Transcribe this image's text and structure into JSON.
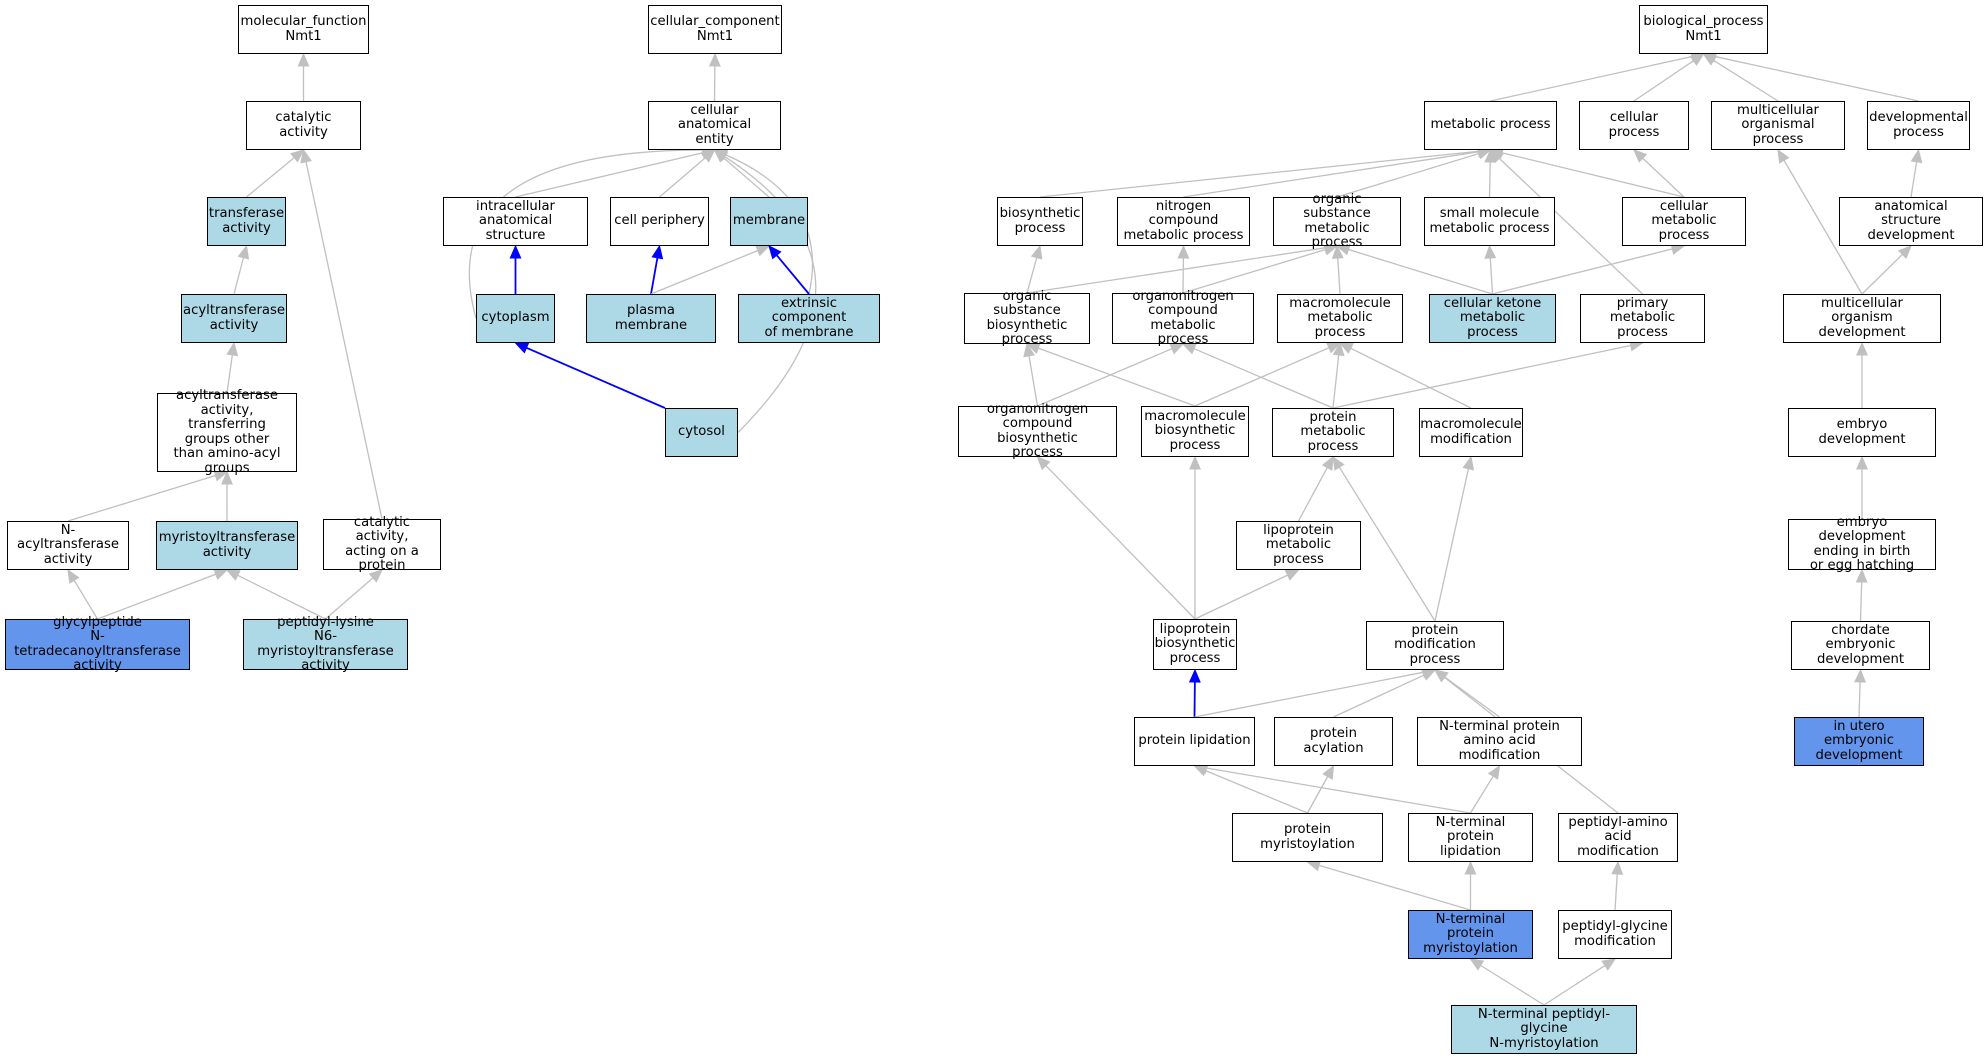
{
  "colors": {
    "white": "#ffffff",
    "light": "#add8e6",
    "dark": "#6495ed",
    "edge_gray": "#c0c0c0",
    "edge_blue": "#0000ff"
  },
  "nodes": {
    "mf_root": {
      "label": "molecular_function\nNmt1",
      "fill": "white"
    },
    "catalytic": {
      "label": "catalytic activity",
      "fill": "white"
    },
    "transferase": {
      "label": "transferase\nactivity",
      "fill": "light"
    },
    "acyltransferase": {
      "label": "acyltransferase\nactivity",
      "fill": "light"
    },
    "acyl_other": {
      "label": "acyltransferase\nactivity, transferring\ngroups other\nthan amino-acyl\ngroups",
      "fill": "white"
    },
    "n_acyl": {
      "label": "N-acyltransferase\nactivity",
      "fill": "white"
    },
    "myristoyl": {
      "label": "myristoyltransferase\nactivity",
      "fill": "light"
    },
    "cat_protein": {
      "label": "catalytic activity,\nacting on a\nprotein",
      "fill": "white"
    },
    "glycylpeptide": {
      "label": "glycylpeptide\nN-tetradecanoyltransferase\nactivity",
      "fill": "dark"
    },
    "peptidyl_lysine": {
      "label": "peptidyl-lysine\nN6-myristoyltransferase\nactivity",
      "fill": "light"
    },
    "cc_root": {
      "label": "cellular_component\nNmt1",
      "fill": "white"
    },
    "anat_entity": {
      "label": "cellular anatomical\nentity",
      "fill": "white"
    },
    "intracellular": {
      "label": "intracellular\nanatomical structure",
      "fill": "white"
    },
    "cell_periphery": {
      "label": "cell periphery",
      "fill": "white"
    },
    "membrane": {
      "label": "membrane",
      "fill": "light"
    },
    "cytoplasm": {
      "label": "cytoplasm",
      "fill": "light"
    },
    "plasma_membrane": {
      "label": "plasma membrane",
      "fill": "light"
    },
    "extrinsic": {
      "label": "extrinsic component\nof membrane",
      "fill": "light"
    },
    "cytosol": {
      "label": "cytosol",
      "fill": "light"
    },
    "bp_root": {
      "label": "biological_process\nNmt1",
      "fill": "white"
    },
    "metabolic": {
      "label": "metabolic process",
      "fill": "white"
    },
    "cellular_proc": {
      "label": "cellular process",
      "fill": "white"
    },
    "multicellular_org": {
      "label": "multicellular\norganismal process",
      "fill": "white"
    },
    "developmental": {
      "label": "developmental\nprocess",
      "fill": "white"
    },
    "biosynthetic": {
      "label": "biosynthetic\nprocess",
      "fill": "white"
    },
    "nitrogen_comp": {
      "label": "nitrogen compound\nmetabolic process",
      "fill": "white"
    },
    "organic_sub": {
      "label": "organic substance\nmetabolic process",
      "fill": "white"
    },
    "small_mol": {
      "label": "small molecule\nmetabolic process",
      "fill": "white"
    },
    "cell_metabolic": {
      "label": "cellular metabolic\nprocess",
      "fill": "white"
    },
    "anat_struct_dev": {
      "label": "anatomical structure\ndevelopment",
      "fill": "white"
    },
    "org_sub_bio": {
      "label": "organic substance\nbiosynthetic\nprocess",
      "fill": "white"
    },
    "organonitrogen_met": {
      "label": "organonitrogen\ncompound metabolic\nprocess",
      "fill": "white"
    },
    "macro_met": {
      "label": "macromolecule\nmetabolic process",
      "fill": "white"
    },
    "cell_ketone": {
      "label": "cellular ketone\nmetabolic process",
      "fill": "light"
    },
    "primary_met": {
      "label": "primary metabolic\nprocess",
      "fill": "white"
    },
    "multi_org_dev": {
      "label": "multicellular\norganism development",
      "fill": "white"
    },
    "organonitrogen_bio": {
      "label": "organonitrogen\ncompound biosynthetic\nprocess",
      "fill": "white"
    },
    "macro_bio": {
      "label": "macromolecule\nbiosynthetic\nprocess",
      "fill": "white"
    },
    "protein_met": {
      "label": "protein metabolic\nprocess",
      "fill": "white"
    },
    "macro_mod": {
      "label": "macromolecule\nmodification",
      "fill": "white"
    },
    "embryo_dev": {
      "label": "embryo development",
      "fill": "white"
    },
    "lipoprotein_met": {
      "label": "lipoprotein\nmetabolic process",
      "fill": "white"
    },
    "embryo_birth": {
      "label": "embryo development\nending in birth\nor egg hatching",
      "fill": "white"
    },
    "lipoprotein_bio": {
      "label": "lipoprotein\nbiosynthetic\nprocess",
      "fill": "white"
    },
    "protein_mod": {
      "label": "protein modification\nprocess",
      "fill": "white"
    },
    "chordate": {
      "label": "chordate embryonic\ndevelopment",
      "fill": "white"
    },
    "protein_lipidation": {
      "label": "protein lipidation",
      "fill": "white"
    },
    "protein_acylation": {
      "label": "protein acylation",
      "fill": "white"
    },
    "nterm_aa_mod": {
      "label": "N-terminal protein\namino acid modification",
      "fill": "white"
    },
    "in_utero": {
      "label": "in utero embryonic\ndevelopment",
      "fill": "dark"
    },
    "protein_myristoylation": {
      "label": "protein myristoylation",
      "fill": "white"
    },
    "nterm_lipidation": {
      "label": "N-terminal protein\nlipidation",
      "fill": "white"
    },
    "peptidyl_aa": {
      "label": "peptidyl-amino\nacid modification",
      "fill": "white"
    },
    "nterm_myristoylation": {
      "label": "N-terminal protein\nmyristoylation",
      "fill": "dark"
    },
    "peptidyl_gly": {
      "label": "peptidyl-glycine\nmodification",
      "fill": "white"
    },
    "nterm_peptidyl_gly": {
      "label": "N-terminal peptidyl-glycine\nN-myristoylation",
      "fill": "light"
    }
  },
  "edges": [
    {
      "from": "catalytic",
      "to": "mf_root",
      "color": "edge_gray"
    },
    {
      "from": "transferase",
      "to": "catalytic",
      "color": "edge_gray"
    },
    {
      "from": "acyltransferase",
      "to": "transferase",
      "color": "edge_gray"
    },
    {
      "from": "acyl_other",
      "to": "acyltransferase",
      "color": "edge_gray"
    },
    {
      "from": "n_acyl",
      "to": "acyl_other",
      "color": "edge_gray"
    },
    {
      "from": "myristoyl",
      "to": "acyl_other",
      "color": "edge_gray"
    },
    {
      "from": "cat_protein",
      "to": "catalytic",
      "color": "edge_gray"
    },
    {
      "from": "glycylpeptide",
      "to": "n_acyl",
      "color": "edge_gray"
    },
    {
      "from": "glycylpeptide",
      "to": "myristoyl",
      "color": "edge_gray"
    },
    {
      "from": "peptidyl_lysine",
      "to": "myristoyl",
      "color": "edge_gray"
    },
    {
      "from": "peptidyl_lysine",
      "to": "cat_protein",
      "color": "edge_gray"
    },
    {
      "from": "anat_entity",
      "to": "cc_root",
      "color": "edge_gray"
    },
    {
      "from": "intracellular",
      "to": "anat_entity",
      "color": "edge_gray"
    },
    {
      "from": "cell_periphery",
      "to": "anat_entity",
      "color": "edge_gray"
    },
    {
      "from": "membrane",
      "to": "anat_entity",
      "color": "edge_gray"
    },
    {
      "from": "cytoplasm",
      "to": "anat_entity",
      "color": "edge_gray"
    },
    {
      "from": "extrinsic",
      "to": "anat_entity",
      "color": "edge_gray"
    },
    {
      "from": "cytosol",
      "to": "anat_entity",
      "color": "edge_gray"
    },
    {
      "from": "cytoplasm",
      "to": "intracellular",
      "color": "edge_blue"
    },
    {
      "from": "plasma_membrane",
      "to": "cell_periphery",
      "color": "edge_blue"
    },
    {
      "from": "plasma_membrane",
      "to": "membrane",
      "color": "edge_gray"
    },
    {
      "from": "extrinsic",
      "to": "membrane",
      "color": "edge_blue"
    },
    {
      "from": "cytosol",
      "to": "cytoplasm",
      "color": "edge_blue"
    },
    {
      "from": "metabolic",
      "to": "bp_root",
      "color": "edge_gray"
    },
    {
      "from": "cellular_proc",
      "to": "bp_root",
      "color": "edge_gray"
    },
    {
      "from": "multicellular_org",
      "to": "bp_root",
      "color": "edge_gray"
    },
    {
      "from": "developmental",
      "to": "bp_root",
      "color": "edge_gray"
    },
    {
      "from": "biosynthetic",
      "to": "metabolic",
      "color": "edge_gray"
    },
    {
      "from": "nitrogen_comp",
      "to": "metabolic",
      "color": "edge_gray"
    },
    {
      "from": "organic_sub",
      "to": "metabolic",
      "color": "edge_gray"
    },
    {
      "from": "small_mol",
      "to": "metabolic",
      "color": "edge_gray"
    },
    {
      "from": "cell_metabolic",
      "to": "metabolic",
      "color": "edge_gray"
    },
    {
      "from": "primary_met",
      "to": "metabolic",
      "color": "edge_gray"
    },
    {
      "from": "cell_metabolic",
      "to": "cellular_proc",
      "color": "edge_gray"
    },
    {
      "from": "anat_struct_dev",
      "to": "developmental",
      "color": "edge_gray"
    },
    {
      "from": "multi_org_dev",
      "to": "multicellular_org",
      "color": "edge_gray"
    },
    {
      "from": "multi_org_dev",
      "to": "anat_struct_dev",
      "color": "edge_gray"
    },
    {
      "from": "org_sub_bio",
      "to": "biosynthetic",
      "color": "edge_gray"
    },
    {
      "from": "org_sub_bio",
      "to": "organic_sub",
      "color": "edge_gray"
    },
    {
      "from": "organonitrogen_met",
      "to": "nitrogen_comp",
      "color": "edge_gray"
    },
    {
      "from": "organonitrogen_met",
      "to": "organic_sub",
      "color": "edge_gray"
    },
    {
      "from": "macro_met",
      "to": "organic_sub",
      "color": "edge_gray"
    },
    {
      "from": "cell_ketone",
      "to": "organic_sub",
      "color": "edge_gray"
    },
    {
      "from": "cell_ketone",
      "to": "small_mol",
      "color": "edge_gray"
    },
    {
      "from": "cell_ketone",
      "to": "cell_metabolic",
      "color": "edge_gray"
    },
    {
      "from": "organonitrogen_bio",
      "to": "org_sub_bio",
      "color": "edge_gray"
    },
    {
      "from": "organonitrogen_bio",
      "to": "organonitrogen_met",
      "color": "edge_gray"
    },
    {
      "from": "macro_bio",
      "to": "org_sub_bio",
      "color": "edge_gray"
    },
    {
      "from": "macro_bio",
      "to": "macro_met",
      "color": "edge_gray"
    },
    {
      "from": "protein_met",
      "to": "organonitrogen_met",
      "color": "edge_gray"
    },
    {
      "from": "protein_met",
      "to": "macro_met",
      "color": "edge_gray"
    },
    {
      "from": "protein_met",
      "to": "primary_met",
      "color": "edge_gray"
    },
    {
      "from": "macro_mod",
      "to": "macro_met",
      "color": "edge_gray"
    },
    {
      "from": "embryo_dev",
      "to": "multi_org_dev",
      "color": "edge_gray"
    },
    {
      "from": "embryo_birth",
      "to": "embryo_dev",
      "color": "edge_gray"
    },
    {
      "from": "chordate",
      "to": "embryo_birth",
      "color": "edge_gray"
    },
    {
      "from": "in_utero",
      "to": "chordate",
      "color": "edge_gray"
    },
    {
      "from": "lipoprotein_met",
      "to": "protein_met",
      "color": "edge_gray"
    },
    {
      "from": "lipoprotein_bio",
      "to": "organonitrogen_bio",
      "color": "edge_gray"
    },
    {
      "from": "lipoprotein_bio",
      "to": "macro_bio",
      "color": "edge_gray"
    },
    {
      "from": "lipoprotein_bio",
      "to": "lipoprotein_met",
      "color": "edge_gray"
    },
    {
      "from": "protein_mod",
      "to": "protein_met",
      "color": "edge_gray"
    },
    {
      "from": "protein_mod",
      "to": "macro_mod",
      "color": "edge_gray"
    },
    {
      "from": "protein_lipidation",
      "to": "lipoprotein_bio",
      "color": "edge_blue"
    },
    {
      "from": "protein_lipidation",
      "to": "protein_mod",
      "color": "edge_gray"
    },
    {
      "from": "protein_acylation",
      "to": "protein_mod",
      "color": "edge_gray"
    },
    {
      "from": "nterm_aa_mod",
      "to": "protein_mod",
      "color": "edge_gray"
    },
    {
      "from": "peptidyl_aa",
      "to": "protein_mod",
      "color": "edge_gray"
    },
    {
      "from": "protein_myristoylation",
      "to": "protein_lipidation",
      "color": "edge_gray"
    },
    {
      "from": "protein_myristoylation",
      "to": "protein_acylation",
      "color": "edge_gray"
    },
    {
      "from": "nterm_lipidation",
      "to": "protein_lipidation",
      "color": "edge_gray"
    },
    {
      "from": "nterm_lipidation",
      "to": "nterm_aa_mod",
      "color": "edge_gray"
    },
    {
      "from": "nterm_myristoylation",
      "to": "protein_myristoylation",
      "color": "edge_gray"
    },
    {
      "from": "nterm_myristoylation",
      "to": "nterm_lipidation",
      "color": "edge_gray"
    },
    {
      "from": "peptidyl_gly",
      "to": "peptidyl_aa",
      "color": "edge_gray"
    },
    {
      "from": "nterm_peptidyl_gly",
      "to": "nterm_myristoylation",
      "color": "edge_gray"
    },
    {
      "from": "nterm_peptidyl_gly",
      "to": "peptidyl_gly",
      "color": "edge_gray"
    }
  ]
}
